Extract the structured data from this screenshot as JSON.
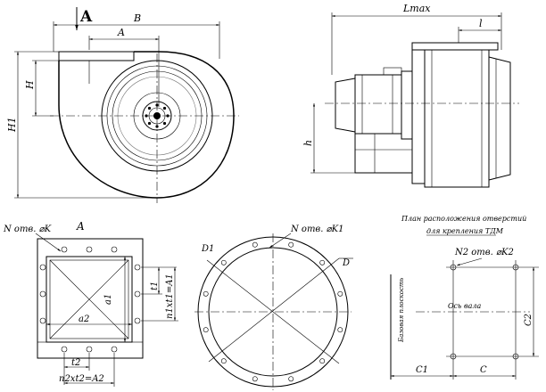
{
  "views": {
    "front": {
      "view_letter": "A",
      "dim_B": "B",
      "dim_A": "A",
      "dim_H": "H",
      "dim_H1": "H1"
    },
    "side": {
      "dim_Lmax": "Lmax",
      "dim_l": "l",
      "dim_h": "h"
    },
    "inlet_flange": {
      "view_letter": "A",
      "holes": "N отв. ⌀K",
      "dim_a1": "a1",
      "dim_a2": "a2",
      "dim_t1": "t1",
      "dim_A1": "n1xt1=A1",
      "dim_t2": "t2",
      "dim_A2": "n2xt2=A2"
    },
    "outlet_flange": {
      "holes": "N отв. ⌀K1",
      "dim_D1": "D1",
      "dim_D": "D"
    },
    "mounting_plan": {
      "title_line1": "План расположения отверстий",
      "title_line2": "для крепления ТДМ",
      "holes": "N2 отв. ⌀K2",
      "axis_label": "Ось вала",
      "base_label": "Базовая плоскость",
      "dim_C1": "C1",
      "dim_C": "C",
      "dim_C2": "C2"
    }
  }
}
